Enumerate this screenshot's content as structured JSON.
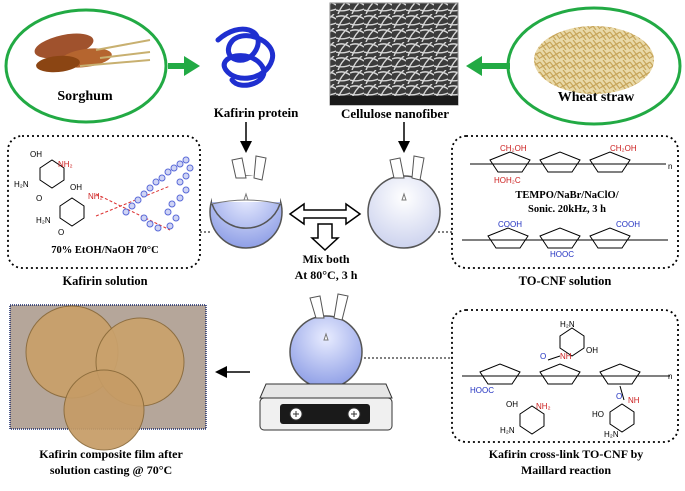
{
  "labels": {
    "sorghum": "Sorghum",
    "kafirin_protein": "Kafirin protein",
    "cellulose_nanofiber": "Cellulose nanofiber",
    "wheat_straw": "Wheat straw",
    "solvent": "70% EtOH/NaOH 70°C",
    "kafirin_solution": "Kafirin solution",
    "tempo_line1": "TEMPO/NaBr/NaClO/",
    "tempo_line2": "Sonic. 20kHz, 3 h",
    "to_cnf_solution": "TO-CNF solution",
    "mix_line1": "Mix both",
    "mix_line2": "At 80°C, 3 h",
    "film_line1": "Kafirin composite film after",
    "film_line2": "solution casting @ 70°C",
    "crosslink_line1": "Kafirin cross-link TO-CNF by",
    "crosslink_line2": "Maillard reaction"
  },
  "chem": {
    "nh2": "NH₂",
    "h2n": "H₂N",
    "oh": "OH",
    "o": "O",
    "nh": "NH",
    "cooh": "COOH",
    "hooc": "HOOC",
    "ch2oh": "CH₂OH",
    "hoh2c": "HOH₂C",
    "ho": "HO",
    "n": "n"
  },
  "colors": {
    "accent_green": "#22aa44",
    "protein_blue": "#1f2fd0",
    "bead_blue": "#5a6ad8",
    "flask_liquid": "#b8c4f0",
    "amine_red": "#cc2020",
    "carbonyl_blue": "#2030c0",
    "film_amber": "#c9a06a",
    "film_bg": "#b8a89a"
  },
  "icons": [
    "sorghum-image",
    "wheat-straw-image",
    "sem-micrograph",
    "round-bottom-flask-icon",
    "hot-plate-stirrer-icon",
    "arrow-icon",
    "four-way-arrow-icon"
  ]
}
